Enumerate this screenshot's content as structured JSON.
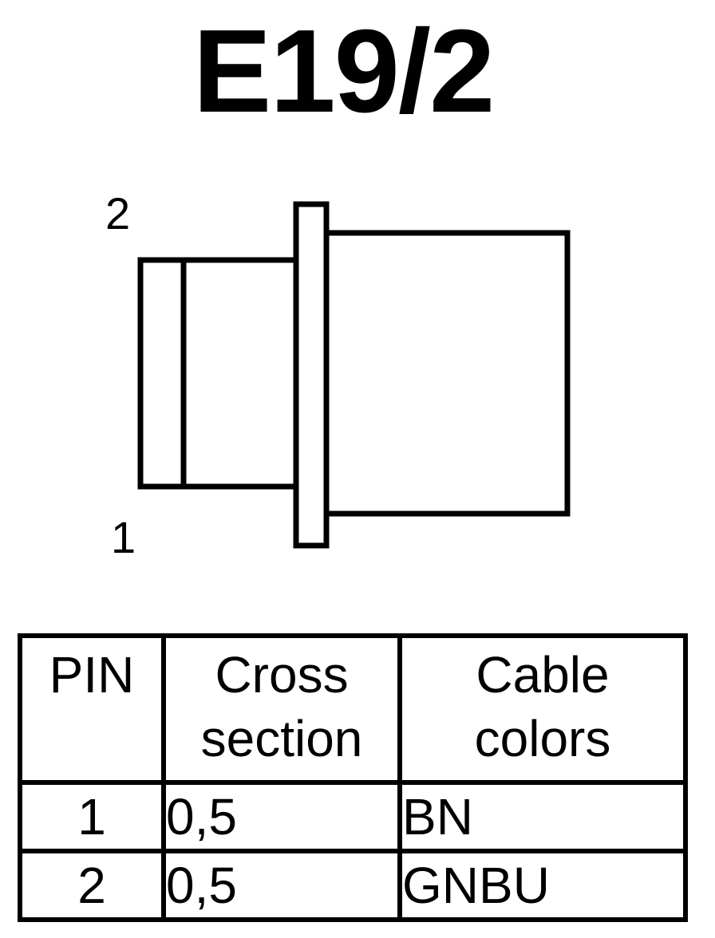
{
  "title": "E19/2",
  "connector": {
    "pin_top_label": "2",
    "pin_bottom_label": "1",
    "stroke_color": "#000000"
  },
  "table": {
    "headers": {
      "pin": "PIN",
      "cross_line1": "Cross",
      "cross_line2": "section",
      "cable_line1": "Cable",
      "cable_line2": "colors"
    },
    "rows": [
      {
        "pin": "1",
        "cross_section": "0,5",
        "cable_color": "BN"
      },
      {
        "pin": "2",
        "cross_section": "0,5",
        "cable_color": "GNBU"
      }
    ]
  }
}
